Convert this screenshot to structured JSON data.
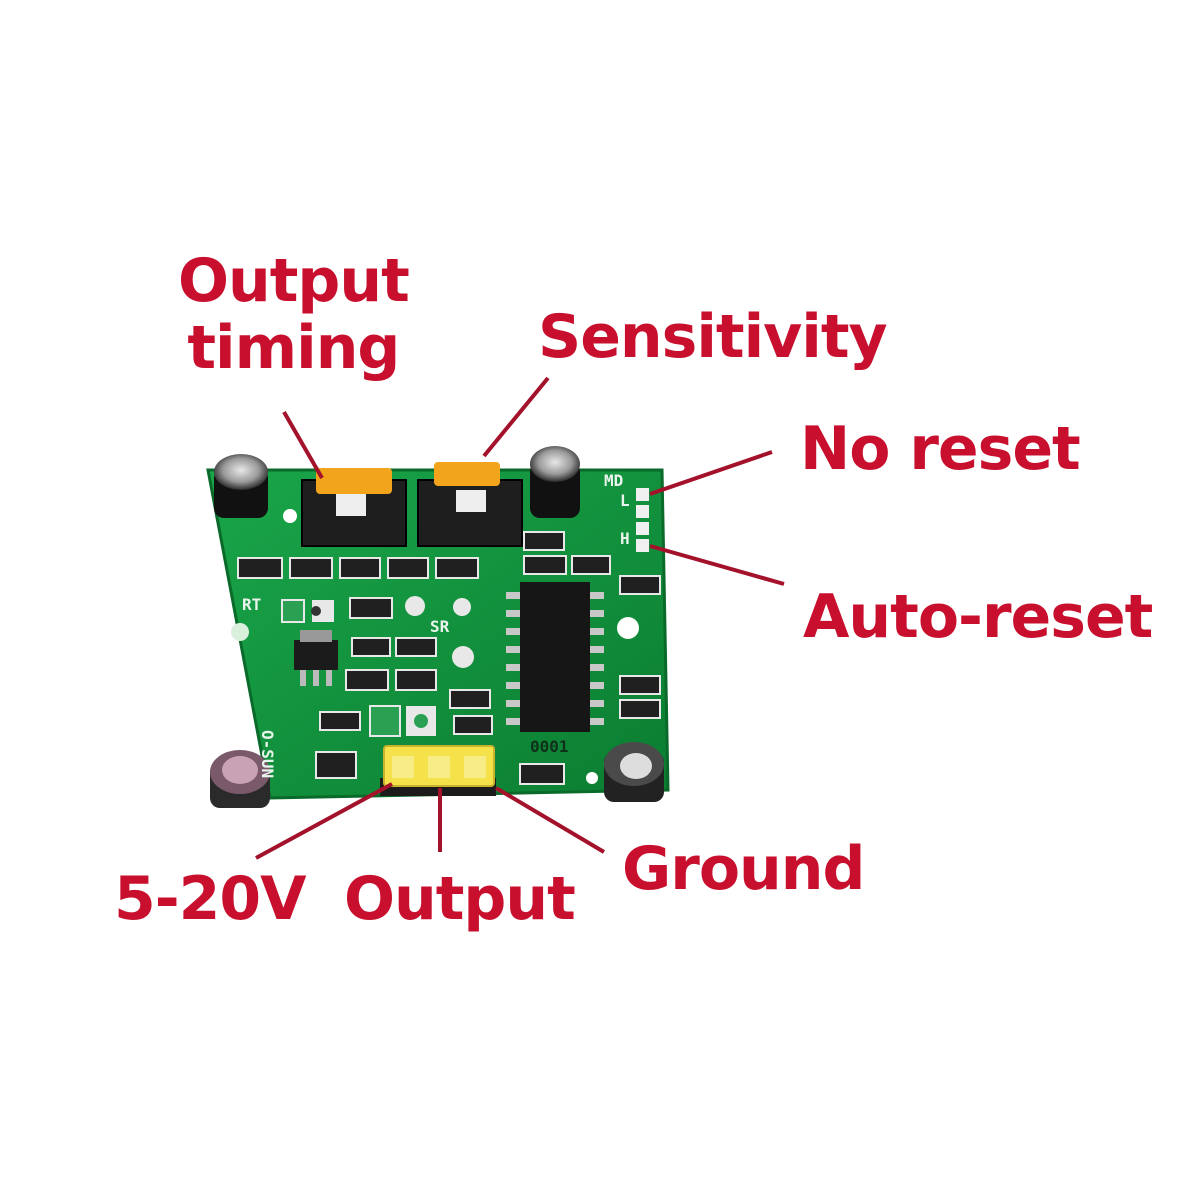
{
  "labels": {
    "output_timing": [
      "Output",
      "timing"
    ],
    "sensitivity": "Sensitivity",
    "no_reset": "No reset",
    "auto_reset": "Auto-reset",
    "voltage": "5-20V",
    "output": "Output",
    "ground": "Ground"
  },
  "board_markings": {
    "rt": "RT",
    "sr": "SR",
    "md": "MD",
    "l": "L",
    "h": "H",
    "brand": "O-SUN",
    "chip_code": "0001"
  },
  "colors": {
    "label_red": "#c8102e",
    "pcb_green": "#0f8f3a",
    "pot_orange": "#f2a51c",
    "header_yellow": "#f5e24a"
  }
}
